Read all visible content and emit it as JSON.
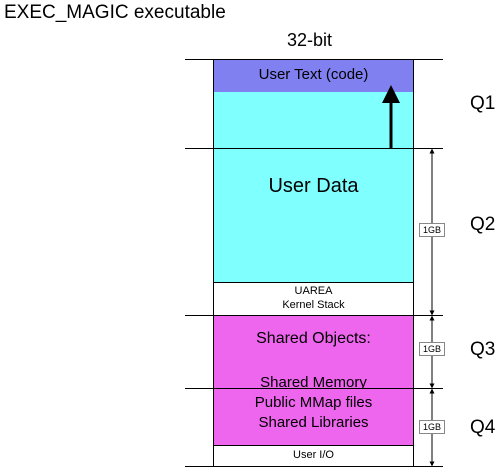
{
  "diagram": {
    "title": "EXEC_MAGIC executable",
    "column_header": "32-bit",
    "regions": {
      "user_text": "User Text (code)",
      "user_data": "User Data",
      "uarea_line1": "UAREA",
      "uarea_line2": "Kernel Stack",
      "shared_objects": "Shared Objects:",
      "shared_memory": "Shared Memory",
      "public_mmap": "Public MMap files",
      "shared_libraries": "Shared Libraries",
      "user_io": "User I/O"
    },
    "quadrants": [
      "Q1",
      "Q2",
      "Q3",
      "Q4"
    ],
    "size_labels": [
      "1GB",
      "1GB",
      "1GB"
    ],
    "colors": {
      "user_text": "#8080f0",
      "user_data": "#80ffff",
      "shared": "#ee66ee",
      "kernel": "#ffffff"
    }
  }
}
